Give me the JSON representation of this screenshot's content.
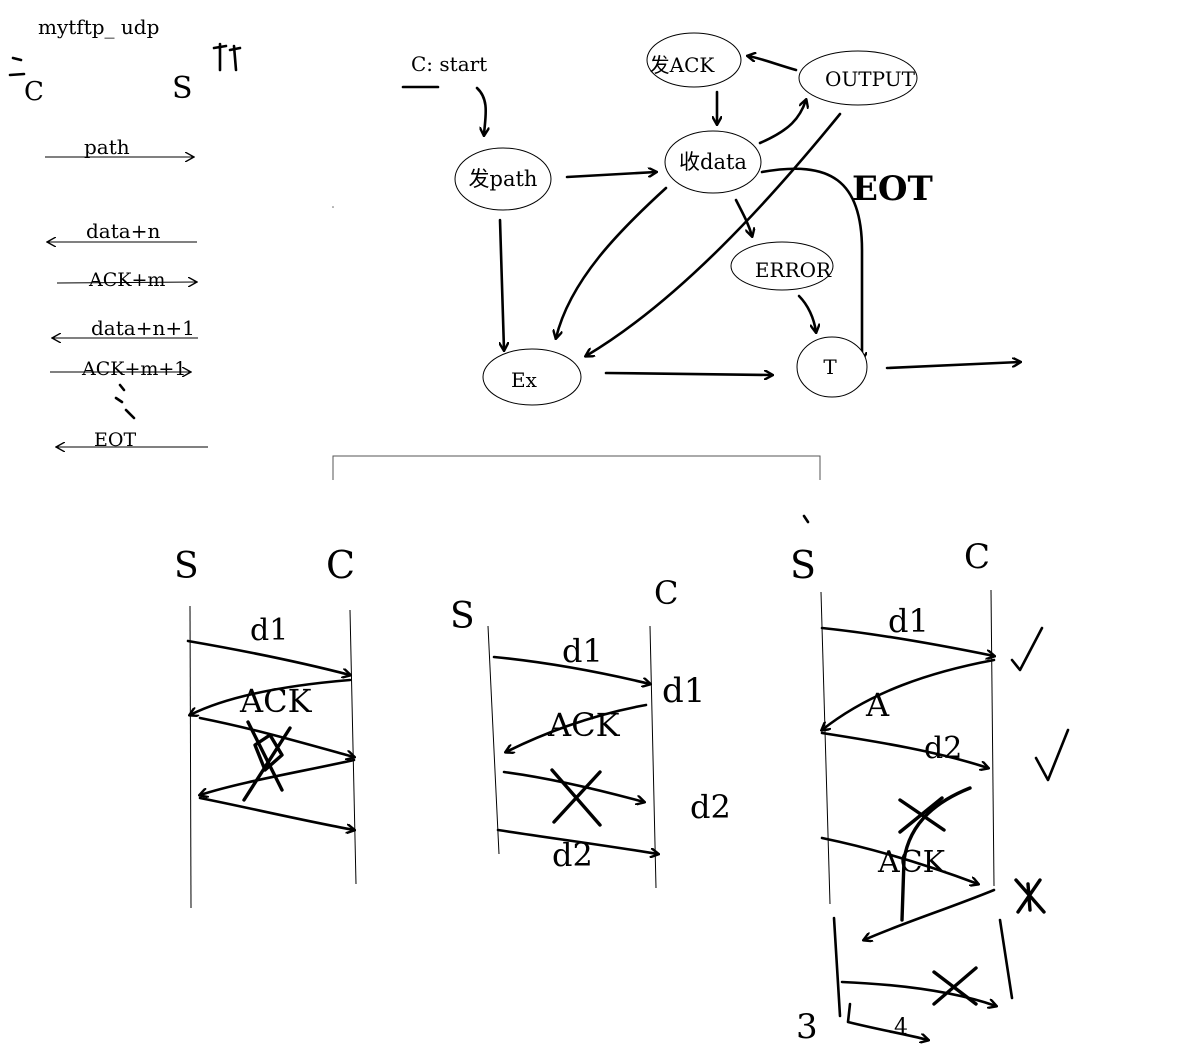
{
  "title": "mytftp_ udp",
  "left_sequence": {
    "client_label": "C",
    "server_label": "S",
    "messages": [
      {
        "label": "path",
        "direction": "right"
      },
      {
        "label": "data+n",
        "direction": "left"
      },
      {
        "label": "ACK+m",
        "direction": "right"
      },
      {
        "label": "data+n+1",
        "direction": "left"
      },
      {
        "label": "ACK+m+1",
        "direction": "right"
      },
      {
        "label": "EOT",
        "direction": "left"
      }
    ]
  },
  "state_machine": {
    "start_label": "C:  start",
    "nodes": {
      "send_path": "发path",
      "recv_data": "收data",
      "send_ack": "发ACK",
      "output": "OUTPUT",
      "error": "ERROR",
      "ex": "Ex",
      "terminate": "T"
    },
    "eot_label": "EOT"
  },
  "scenarios": [
    {
      "s_label": "S",
      "c_label": "C",
      "data_label": "d1",
      "ack_label": "ACK"
    },
    {
      "s_label": "S",
      "c_label": "C",
      "data_label": "d1",
      "ack_label": "ACK",
      "recv_label": "d1",
      "recv2_label": "d2",
      "data2_label": "d2"
    },
    {
      "s_label": "S",
      "c_label": "C",
      "data_label": "d1",
      "ack_label": "A",
      "data2_label": "d2",
      "ack2_label": "ACK",
      "step_label": "3",
      "sub_label": "4"
    }
  ]
}
